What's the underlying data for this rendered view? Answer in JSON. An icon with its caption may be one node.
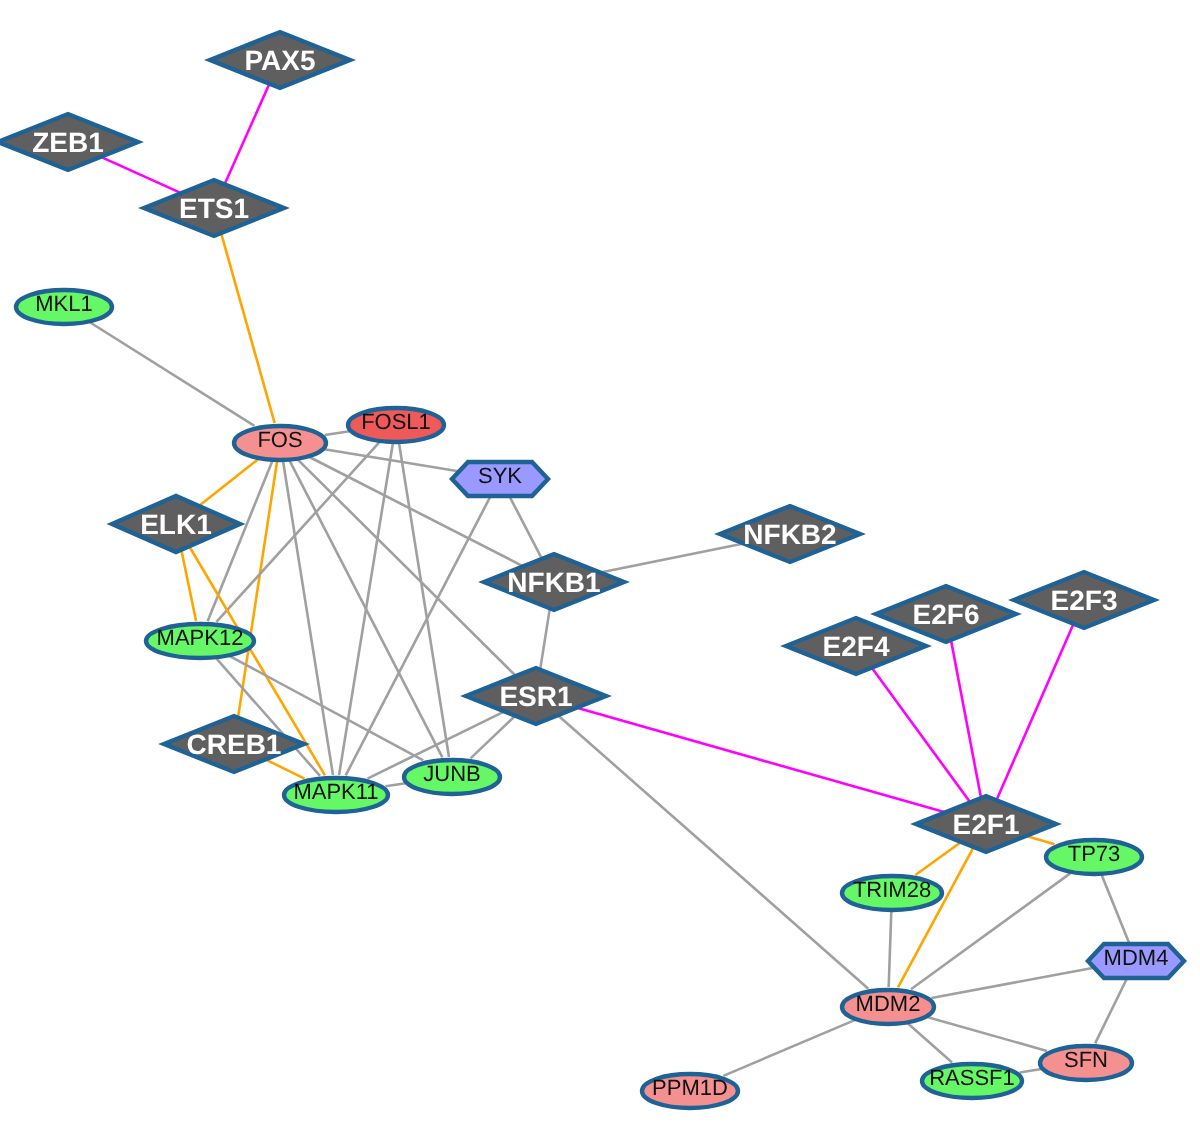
{
  "diagram": {
    "nodes": [
      {
        "text": [
          "PAX5"
        ]
      },
      {
        "text": [
          "ZEB1"
        ]
      },
      {
        "text": [
          "ETS1"
        ]
      },
      {
        "text": [
          "MKL1"
        ]
      },
      {
        "text": [
          "FOSL1"
        ]
      },
      {
        "text": [
          "FOS"
        ]
      },
      {
        "text": [
          "SYK"
        ]
      },
      {
        "text": [
          "ELK1"
        ]
      },
      {
        "text": [
          "NFKB2"
        ]
      },
      {
        "text": [
          "NFKB1"
        ]
      },
      {
        "text": [
          "E2F3"
        ]
      },
      {
        "text": [
          "E2F6"
        ]
      },
      {
        "text": [
          "MAPK12"
        ]
      },
      {
        "text": [
          "E2F4"
        ]
      },
      {
        "text": [
          "ESR1"
        ]
      },
      {
        "text": [
          "CREB1"
        ]
      },
      {
        "text": [
          "JUNB"
        ]
      },
      {
        "text": [
          "MAPK11"
        ]
      },
      {
        "text": [
          "E2F1"
        ]
      },
      {
        "text": [
          "TP73"
        ]
      },
      {
        "text": [
          "TRIM28"
        ]
      },
      {
        "text": [
          "MDM4"
        ]
      },
      {
        "text": [
          "MDM2"
        ]
      },
      {
        "text": [
          "SFN"
        ]
      },
      {
        "text": [
          "RASSF1"
        ]
      },
      {
        "text": [
          "PPM1D"
        ]
      }
    ],
    "edges": [
      {
        "from": 0,
        "to": 2,
        "arrow": "none",
        "color": "#ff00ff"
      },
      {
        "from": 1,
        "to": 2,
        "arrow": "none",
        "color": "#ff00ff"
      },
      {
        "from": 2,
        "to": 5,
        "arrow": "none",
        "color": "#ffa500"
      },
      {
        "from": 3,
        "to": 5,
        "arrow": "none"
      },
      {
        "from": 5,
        "to": 4,
        "arrow": "none"
      },
      {
        "from": 5,
        "to": 6,
        "arrow": "none"
      },
      {
        "from": 5,
        "to": 9,
        "arrow": "none"
      },
      {
        "from": 5,
        "to": 7,
        "arrow": "none",
        "color": "#ffa500"
      },
      {
        "from": 5,
        "to": 15,
        "arrow": "none",
        "color": "#ffa500"
      },
      {
        "from": 5,
        "to": 12,
        "arrow": "none"
      },
      {
        "from": 5,
        "to": 17,
        "arrow": "none"
      },
      {
        "from": 5,
        "to": 16,
        "arrow": "none"
      },
      {
        "from": 5,
        "to": 14,
        "arrow": "none"
      },
      {
        "from": 4,
        "to": 12,
        "arrow": "none"
      },
      {
        "from": 4,
        "to": 17,
        "arrow": "none"
      },
      {
        "from": 4,
        "to": 16,
        "arrow": "none"
      },
      {
        "from": 6,
        "to": 17,
        "arrow": "none"
      },
      {
        "from": 6,
        "to": 9,
        "arrow": "none"
      },
      {
        "from": 7,
        "to": 12,
        "arrow": "none",
        "color": "#ffa500"
      },
      {
        "from": 7,
        "to": 17,
        "arrow": "none",
        "color": "#ffa500"
      },
      {
        "from": 12,
        "to": 17,
        "arrow": "none"
      },
      {
        "from": 12,
        "to": 16,
        "arrow": "none"
      },
      {
        "from": 15,
        "to": 17,
        "arrow": "none",
        "color": "#ffa500"
      },
      {
        "from": 17,
        "to": 16,
        "arrow": "none"
      },
      {
        "from": 17,
        "to": 14,
        "arrow": "none"
      },
      {
        "from": 16,
        "to": 14,
        "arrow": "none"
      },
      {
        "from": 9,
        "to": 14,
        "arrow": "none"
      },
      {
        "from": 9,
        "to": 8,
        "arrow": "none"
      },
      {
        "from": 14,
        "to": 18,
        "arrow": "none",
        "color": "#ff00ff"
      },
      {
        "from": 14,
        "to": 22,
        "arrow": "none"
      },
      {
        "from": 13,
        "to": 18,
        "arrow": "none",
        "color": "#ff00ff"
      },
      {
        "from": 11,
        "to": 18,
        "arrow": "none",
        "color": "#ff00ff"
      },
      {
        "from": 10,
        "to": 18,
        "arrow": "none",
        "color": "#ff00ff"
      },
      {
        "from": 18,
        "to": 20,
        "arrow": "none",
        "color": "#ffa500"
      },
      {
        "from": 18,
        "to": 22,
        "arrow": "none",
        "color": "#ffa500"
      },
      {
        "from": 18,
        "to": 19,
        "arrow": "none",
        "color": "#ffa500"
      },
      {
        "from": 20,
        "to": 22,
        "arrow": "none"
      },
      {
        "from": 19,
        "to": 22,
        "arrow": "none"
      },
      {
        "from": 19,
        "to": 21,
        "arrow": "none"
      },
      {
        "from": 21,
        "to": 22,
        "arrow": "none"
      },
      {
        "from": 21,
        "to": 23,
        "arrow": "none"
      },
      {
        "from": 22,
        "to": 23,
        "arrow": "none"
      },
      {
        "from": 22,
        "to": 24,
        "arrow": "none"
      },
      {
        "from": 22,
        "to": 25,
        "arrow": "none"
      },
      {
        "from": 24,
        "to": 23,
        "arrow": "none"
      }
    ]
  }
}
